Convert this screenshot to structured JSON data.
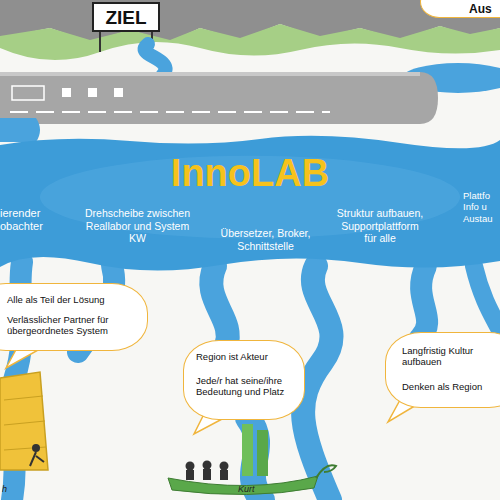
{
  "diagram": {
    "nodes": [
      {
        "text": [
          "ZIEL"
        ]
      },
      {
        "text": [
          "Aus"
        ]
      },
      {
        "text": [
          "InnoLAB",
          "ierender obachter",
          "Drehscheibe zwischen Reallabor und System KW",
          "Übersetzer, Broker, Schnittstelle",
          "Struktur aufbauen, Supportplattform für alle",
          "Plattfo Info u Austau"
        ]
      },
      {
        "text": [
          "Alle als Teil der Lösung",
          "Verlässlicher Partner für übergeordnetes System"
        ]
      },
      {
        "text": [
          "Region ist Akteur",
          "Jede/r hat seine/ihre Bedeutung und Platz"
        ]
      },
      {
        "text": [
          "Langfristig Kultur aufbauen",
          "Denken als Region"
        ]
      }
    ],
    "labels": [
      "Kurt",
      "h"
    ]
  }
}
